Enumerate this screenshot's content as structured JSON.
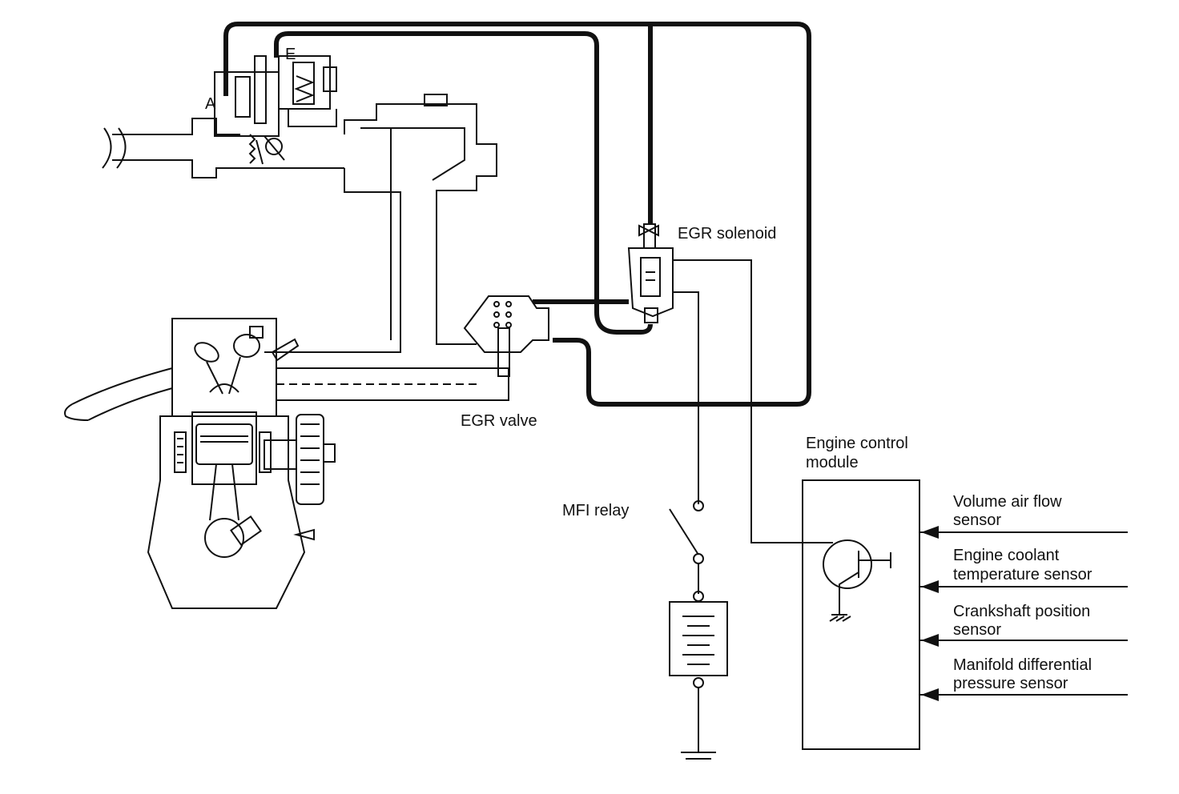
{
  "colors": {
    "ink": "#111111",
    "background": "#ffffff"
  },
  "labels": {
    "port_a": "A",
    "port_e": "E",
    "egr_solenoid": "EGR solenoid",
    "egr_valve": "EGR valve",
    "mfi_relay": "MFI relay",
    "ecm_line1": "Engine control",
    "ecm_line2": "module"
  },
  "sensors": [
    {
      "line1": "Volume air flow",
      "line2": "sensor"
    },
    {
      "line1": "Engine coolant",
      "line2": "temperature sensor"
    },
    {
      "line1": "Crankshaft position",
      "line2": "sensor"
    },
    {
      "line1": "Manifold differential",
      "line2": "pressure sensor"
    }
  ]
}
